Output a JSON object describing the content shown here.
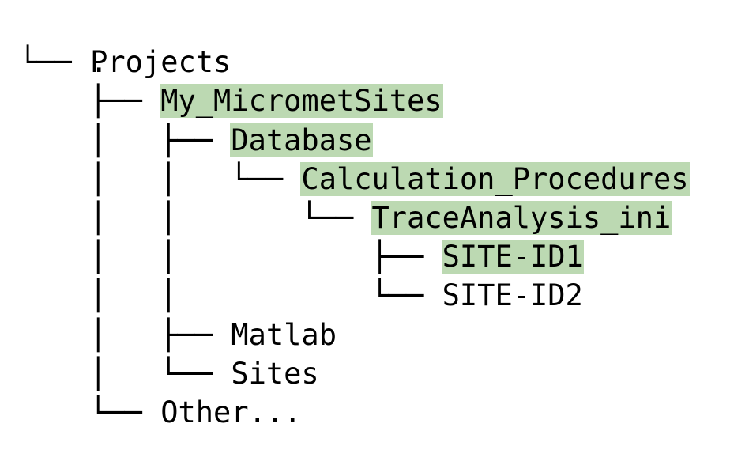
{
  "tree": {
    "root": ".",
    "highlight_color": "#bcd9b2",
    "nodes": [
      {
        "prefix": "└── ",
        "label": "Projects",
        "highlighted": false
      },
      {
        "prefix": "    ├── ",
        "label": "My_MicrometSites",
        "highlighted": true
      },
      {
        "prefix": "    │   ├── ",
        "label": "Database",
        "highlighted": true
      },
      {
        "prefix": "    │   │   └── ",
        "label": "Calculation_Procedures",
        "highlighted": true
      },
      {
        "prefix": "    │   │       └── ",
        "label": "TraceAnalysis_ini",
        "highlighted": true
      },
      {
        "prefix": "    │   │           ├── ",
        "label": "SITE-ID1",
        "highlighted": true
      },
      {
        "prefix": "    │   │           └── ",
        "label": "SITE-ID2",
        "highlighted": false
      },
      {
        "prefix": "    │   ├── ",
        "label": "Matlab",
        "highlighted": false
      },
      {
        "prefix": "    │   └── ",
        "label": "Sites",
        "highlighted": false
      },
      {
        "prefix": "    └── ",
        "label": "Other...",
        "highlighted": false
      }
    ]
  }
}
